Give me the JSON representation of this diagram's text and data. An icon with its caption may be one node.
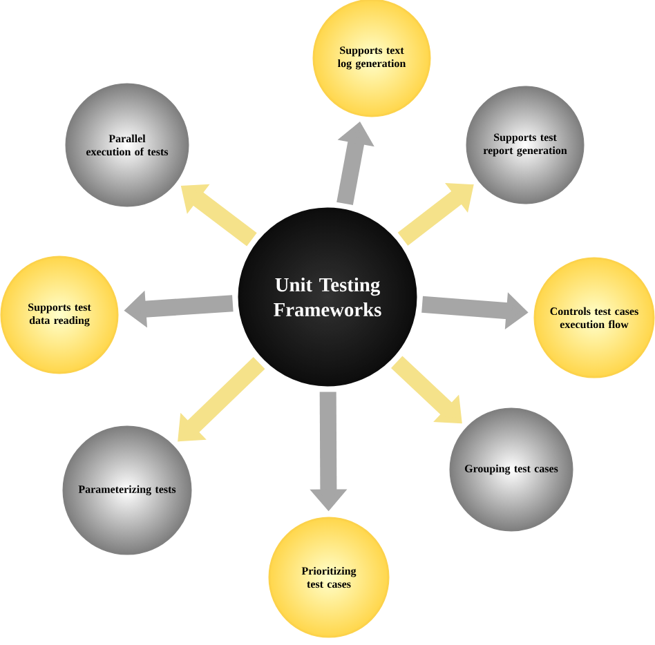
{
  "diagram": {
    "nodes": [
      {
        "text": [
          "Unit Testing Frameworks"
        ]
      },
      {
        "text": [
          "Supports text log generation"
        ]
      },
      {
        "text": [
          "Supports test report generation"
        ]
      },
      {
        "text": [
          "Controls test cases execution flow"
        ]
      },
      {
        "text": [
          "Grouping test cases"
        ]
      },
      {
        "text": [
          "Prioritizing test cases"
        ]
      },
      {
        "text": [
          "Parameterizing tests"
        ]
      },
      {
        "text": [
          "Supports test data reading"
        ]
      },
      {
        "text": [
          "Parallel execution of tests"
        ]
      }
    ],
    "edges": [
      {
        "from": 0,
        "to": 1,
        "arrow": "to",
        "color": "#a6a6a6"
      },
      {
        "from": 0,
        "to": 2,
        "arrow": "to",
        "color": "#f5e28a"
      },
      {
        "from": 0,
        "to": 3,
        "arrow": "to",
        "color": "#a6a6a6"
      },
      {
        "from": 0,
        "to": 4,
        "arrow": "to",
        "color": "#f5e28a"
      },
      {
        "from": 0,
        "to": 5,
        "arrow": "to",
        "color": "#a6a6a6"
      },
      {
        "from": 0,
        "to": 6,
        "arrow": "to",
        "color": "#f5e28a"
      },
      {
        "from": 0,
        "to": 7,
        "arrow": "to",
        "color": "#a6a6a6"
      },
      {
        "from": 0,
        "to": 8,
        "arrow": "to",
        "color": "#f5e28a"
      }
    ]
  }
}
